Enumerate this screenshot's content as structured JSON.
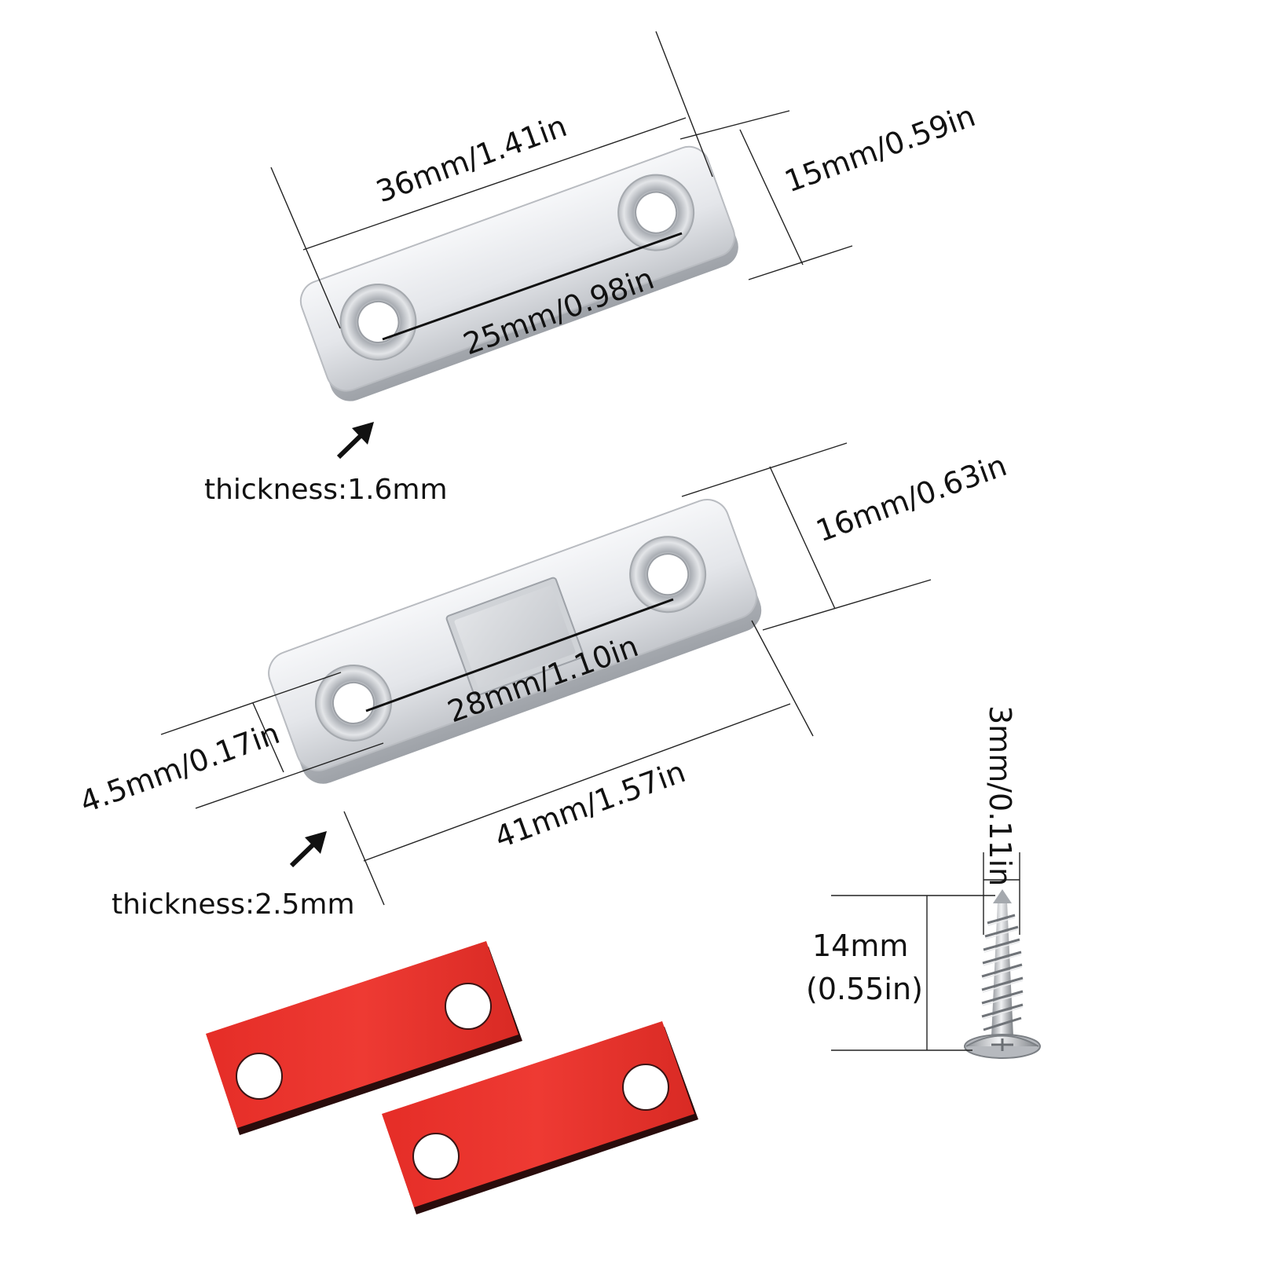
{
  "labels": {
    "plate_width": "36mm/1.41in",
    "plate_height": "15mm/0.59in",
    "plate_hole_spacing": "25mm/0.98in",
    "plate_thickness": "thickness:1.6mm",
    "magnet_height": "16mm/0.63in",
    "magnet_hole_spacing": "28mm/1.10in",
    "magnet_hole_diameter": "4.5mm/0.17in",
    "magnet_width": "41mm/1.57in",
    "magnet_thickness": "thickness:2.5mm",
    "screw_head": "3mm/0.11in",
    "screw_length_mm": "14mm",
    "screw_length_in": "(0.55in)"
  },
  "colors": {
    "metal_light": "#eef0f3",
    "metal_mid": "#c9ccd1",
    "metal_dark": "#9ea2a8",
    "adhesive_red": "#e8302a",
    "adhesive_edge": "#3a1414",
    "line": "#111111"
  },
  "icons": {
    "thickness_arrow": "arrow-up-right-icon",
    "screw": "screw-icon"
  }
}
